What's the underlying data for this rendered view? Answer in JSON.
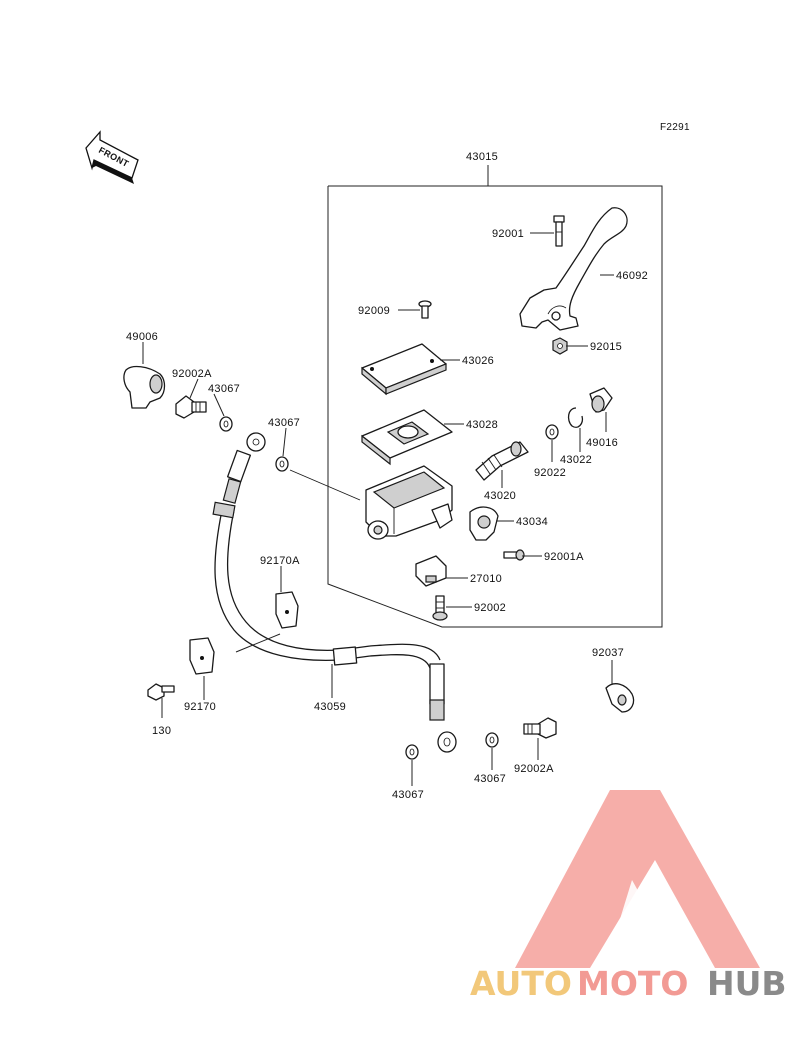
{
  "diagram": {
    "figure_code": "F2291",
    "front_arrow_text": "FRONT",
    "parts": [
      {
        "key": "p43015",
        "number": "43015"
      },
      {
        "key": "p92001",
        "number": "92001"
      },
      {
        "key": "p46092",
        "number": "46092"
      },
      {
        "key": "p92009",
        "number": "92009"
      },
      {
        "key": "p92015",
        "number": "92015"
      },
      {
        "key": "p43026",
        "number": "43026"
      },
      {
        "key": "p43028",
        "number": "43028"
      },
      {
        "key": "p49016",
        "number": "49016"
      },
      {
        "key": "p43022",
        "number": "43022"
      },
      {
        "key": "p92022",
        "number": "92022"
      },
      {
        "key": "p43020",
        "number": "43020"
      },
      {
        "key": "p43034",
        "number": "43034"
      },
      {
        "key": "p92001A",
        "number": "92001A"
      },
      {
        "key": "p27010",
        "number": "27010"
      },
      {
        "key": "p92002",
        "number": "92002"
      },
      {
        "key": "p49006",
        "number": "49006"
      },
      {
        "key": "p92002A_top",
        "number": "92002A"
      },
      {
        "key": "p43067_top",
        "number": "43067"
      },
      {
        "key": "p43067_mid",
        "number": "43067"
      },
      {
        "key": "p92170A",
        "number": "92170A"
      },
      {
        "key": "p92170",
        "number": "92170"
      },
      {
        "key": "p130",
        "number": "130"
      },
      {
        "key": "p43059",
        "number": "43059"
      },
      {
        "key": "p43067_bot1",
        "number": "43067"
      },
      {
        "key": "p43067_bot2",
        "number": "43067"
      },
      {
        "key": "p92002A_bot",
        "number": "92002A"
      },
      {
        "key": "p92037",
        "number": "92037"
      }
    ]
  },
  "watermark": {
    "logo_text_auto": "AUTO",
    "logo_text_moto": "MOTO",
    "logo_text_hub": "HUB",
    "colors": {
      "auto": "#f2c87a",
      "moto": "#f29a94",
      "hub": "#8a8a8a",
      "triangle": "#f5a09a"
    }
  }
}
